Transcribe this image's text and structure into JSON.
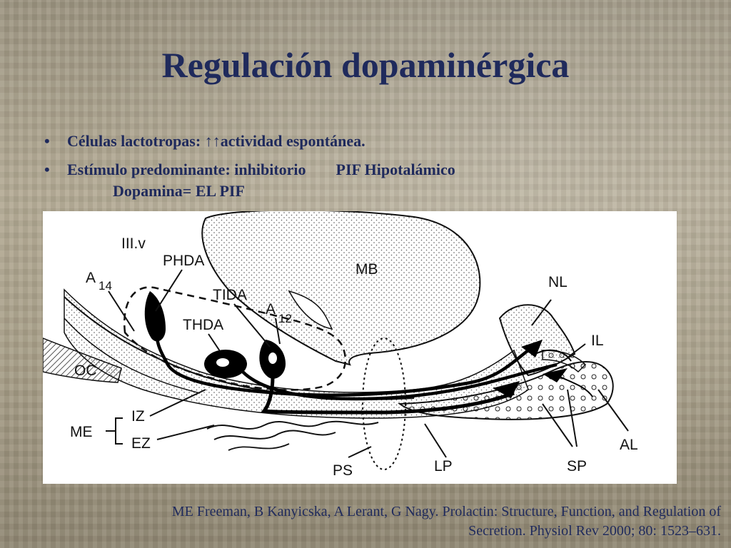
{
  "slide": {
    "title": "Regulación dopaminérgica",
    "bullets": [
      {
        "text": "Células lactotropas: ↑↑actividad espontánea."
      },
      {
        "text": "Estímulo predominante: inhibitorio",
        "extra": "PIF Hipotalámico",
        "continuation": "Dopamina= EL PIF"
      }
    ],
    "bullet_char": "•"
  },
  "figure": {
    "labels": {
      "iiiv": "III.v",
      "phda": "PHDA",
      "mb": "MB",
      "a14_a": "A",
      "a14_n": "14",
      "tida": "TIDA",
      "a12_a": "A",
      "a12_n": "12",
      "thda": "THDA",
      "nl": "NL",
      "il": "IL",
      "oc": "OC",
      "iz": "IZ",
      "me": "ME",
      "ez": "EZ",
      "ps": "PS",
      "lp": "LP",
      "sp": "SP",
      "al": "AL"
    }
  },
  "citation": {
    "line1": "ME Freeman, B Kanyicska, A Lerant, G Nagy. Prolactin: Structure, Function, and Regulation of",
    "line2": "Secretion. Physiol Rev 2000; 80: 1523–631."
  }
}
